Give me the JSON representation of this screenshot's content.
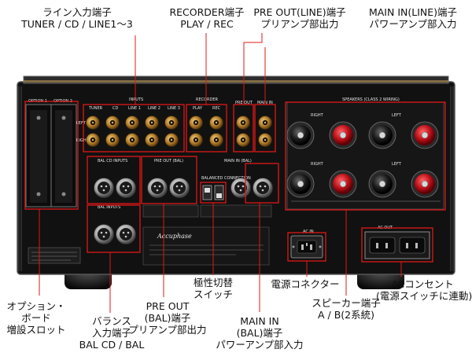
{
  "callouts": {
    "line_in": [
      "ライン入力端子",
      "TUNER / CD / LINE1〜3"
    ],
    "recorder": [
      "RECORDER端子",
      "PLAY / REC"
    ],
    "pre_out_line": [
      "PRE OUT(LINE)端子",
      "プリアンプ部出力"
    ],
    "main_in_line": [
      "MAIN IN(LINE)端子",
      "パワーアンプ部入力"
    ],
    "option_board": [
      "オプション・",
      "ボード",
      "増設スロット"
    ],
    "balanced_in": [
      "バランス",
      "入力端子",
      "BAL CD / BAL"
    ],
    "pre_out_bal": [
      "PRE OUT",
      "(BAL)端子",
      "プリアンプ部出力"
    ],
    "polarity": [
      "極性切替",
      "スイッチ"
    ],
    "main_in_bal": [
      "MAIN IN",
      "(BAL)端子",
      "パワーアンプ部入力"
    ],
    "power_connector": [
      "電源コネクター"
    ],
    "speaker": [
      "スピーカー端子",
      "A / B(2系統)"
    ],
    "ac_outlet": [
      "ACコンセント",
      "(電源スイッチに連動)"
    ]
  },
  "panel": {
    "option1": "OPTION 1",
    "option2": "OPTION 2",
    "inputs": "INPUTS",
    "input_cols": [
      "TUNER",
      "CD",
      "LINE 1",
      "LINE 2",
      "LINE 3"
    ],
    "recorder": "RECORDER",
    "recorder_cols": [
      "PLAY",
      "REC"
    ],
    "pre_out": "PRE OUT",
    "main_in": "MAIN IN",
    "left": "LEFT",
    "right": "RIGHT",
    "speakers": "SPEAKERS (CLASS 2 WIRING)",
    "bal_cd_inputs": "BAL CD INPUTS",
    "bal_inputs": "BAL INPUTS",
    "pre_out_bal": "PRE OUT (BAL)",
    "main_in_bal": "MAIN IN (BAL)",
    "balanced_connection": "BALANCED CONNECTION",
    "ac_in": "AC IN",
    "ac_out": "AC OUT",
    "brand": "Accuphase"
  }
}
